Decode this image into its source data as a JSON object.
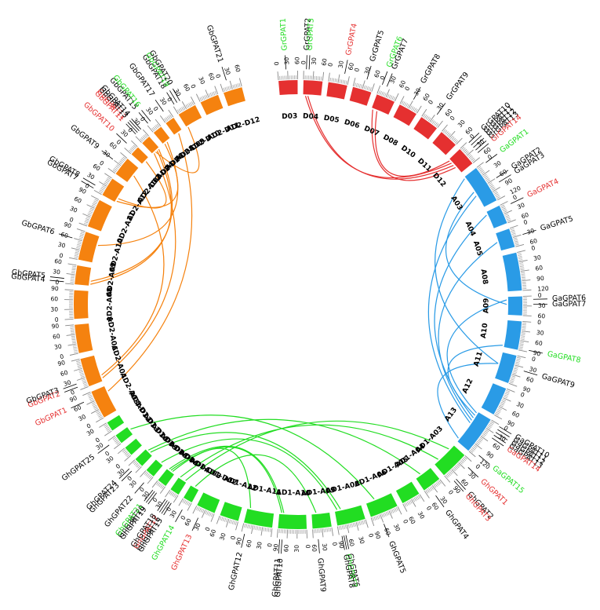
{
  "colors": {
    "D": "#e53030",
    "A": "#2a9be6",
    "AD2": "#f5820f",
    "AD1": "#22dd22",
    "tick": "#888888",
    "label_black": "#000000",
    "label_red": "#e53030",
    "label_green": "#22dd22"
  },
  "blocks": [
    {
      "label": "D03",
      "genome": "D",
      "len": 60
    },
    {
      "label": "D04",
      "genome": "D",
      "len": 60
    },
    {
      "label": "D05",
      "genome": "D",
      "len": 60
    },
    {
      "label": "D06",
      "genome": "D",
      "len": 60
    },
    {
      "label": "D07",
      "genome": "D",
      "len": 60
    },
    {
      "label": "D08",
      "genome": "D",
      "len": 60
    },
    {
      "label": "D10",
      "genome": "D",
      "len": 60
    },
    {
      "label": "D11",
      "genome": "D",
      "len": 60
    },
    {
      "label": "D12",
      "genome": "D",
      "len": 60
    },
    {
      "label": "A03",
      "genome": "A",
      "len": 120
    },
    {
      "label": "A04",
      "genome": "A",
      "len": 60
    },
    {
      "label": "A05",
      "genome": "A",
      "len": 60
    },
    {
      "label": "A08",
      "genome": "A",
      "len": 120
    },
    {
      "label": "A09",
      "genome": "A",
      "len": 60
    },
    {
      "label": "A10",
      "genome": "A",
      "len": 90
    },
    {
      "label": "A11",
      "genome": "A",
      "len": 90
    },
    {
      "label": "A12",
      "genome": "A",
      "len": 90
    },
    {
      "label": "A13",
      "genome": "A",
      "len": 120
    },
    {
      "label": "AD1-A03",
      "genome": "AD1",
      "len": 90
    },
    {
      "label": "AD1-A04",
      "genome": "AD1",
      "len": 60
    },
    {
      "label": "AD1-A05",
      "genome": "AD1",
      "len": 60
    },
    {
      "label": "AD1-A06",
      "genome": "AD1",
      "len": 90
    },
    {
      "label": "AD1-A08",
      "genome": "AD1",
      "len": 90
    },
    {
      "label": "AD1-A09",
      "genome": "AD1",
      "len": 60
    },
    {
      "label": "AD1-A10",
      "genome": "AD1",
      "len": 90
    },
    {
      "label": "AD1-A11",
      "genome": "AD1",
      "len": 90
    },
    {
      "label": "AD1-A12",
      "genome": "AD1",
      "len": 60
    },
    {
      "label": "AD1-D02",
      "genome": "AD1",
      "len": 60
    },
    {
      "label": "AD1-D03",
      "genome": "AD1",
      "len": 30
    },
    {
      "label": "AD1-D04",
      "genome": "AD1",
      "len": 30
    },
    {
      "label": "AD1-D06",
      "genome": "AD1",
      "len": 30
    },
    {
      "label": "AD1-D08",
      "genome": "AD1",
      "len": 30
    },
    {
      "label": "AD1-D09",
      "genome": "AD1",
      "len": 30
    },
    {
      "label": "AD1-D10",
      "genome": "AD1",
      "len": 30
    },
    {
      "label": "AD1-D11",
      "genome": "AD1",
      "len": 30
    },
    {
      "label": "AD1-D12",
      "genome": "AD1",
      "len": 30
    },
    {
      "label": "AD2-A03",
      "genome": "AD2",
      "len": 90
    },
    {
      "label": "AD2-A04",
      "genome": "AD2",
      "len": 90
    },
    {
      "label": "AD2-A06",
      "genome": "AD2",
      "len": 90
    },
    {
      "label": "AD2-A08",
      "genome": "AD2",
      "len": 90
    },
    {
      "label": "AD2-A09",
      "genome": "AD2",
      "len": 60
    },
    {
      "label": "AD2-A10",
      "genome": "AD2",
      "len": 90
    },
    {
      "label": "AD2-A11",
      "genome": "AD2",
      "len": 90
    },
    {
      "label": "AD2-A12",
      "genome": "AD2",
      "len": 60
    },
    {
      "label": "AD2-D02",
      "genome": "AD2",
      "len": 60
    },
    {
      "label": "AD2-D04",
      "genome": "AD2",
      "len": 30
    },
    {
      "label": "AD2-D06",
      "genome": "AD2",
      "len": 30
    },
    {
      "label": "AD2-D08",
      "genome": "AD2",
      "len": 30
    },
    {
      "label": "AD2-D09",
      "genome": "AD2",
      "len": 30
    },
    {
      "label": "AD2-D10",
      "genome": "AD2",
      "len": 60
    },
    {
      "label": "AD2-D11",
      "genome": "AD2",
      "len": 60
    },
    {
      "label": "AD2-D12",
      "genome": "AD2",
      "len": 60
    }
  ],
  "genes": [
    {
      "name": "GrGPAT1",
      "color": "green",
      "chr": "D03",
      "pos": 25
    },
    {
      "name": "GrGPAT2",
      "color": "black",
      "chr": "D04",
      "pos": 8
    },
    {
      "name": "GrGPAT3",
      "color": "green",
      "chr": "D04",
      "pos": 16
    },
    {
      "name": "GrGPAT4",
      "color": "red",
      "chr": "D05",
      "pos": 45
    },
    {
      "name": "GrGPAT5",
      "color": "black",
      "chr": "D06",
      "pos": 35
    },
    {
      "name": "GrGPAT6",
      "color": "green",
      "chr": "D07",
      "pos": 5
    },
    {
      "name": "GrGPAT7",
      "color": "black",
      "chr": "D07",
      "pos": 20
    },
    {
      "name": "GrGPAT8",
      "color": "black",
      "chr": "D08",
      "pos": 30
    },
    {
      "name": "GrGPAT9",
      "color": "black",
      "chr": "D10",
      "pos": 35
    },
    {
      "name": "GrGPAT10",
      "color": "black",
      "chr": "D12",
      "pos": 5
    },
    {
      "name": "GrGPAT11",
      "color": "black",
      "chr": "D12",
      "pos": 15
    },
    {
      "name": "GrGPAT12",
      "color": "black",
      "chr": "D12",
      "pos": 25
    },
    {
      "name": "GrGPAT13",
      "color": "black",
      "chr": "D12",
      "pos": 35
    },
    {
      "name": "GrGPAT14",
      "color": "red",
      "chr": "D12",
      "pos": 45
    },
    {
      "name": "GaGPAT1",
      "color": "green",
      "chr": "A03",
      "pos": 5
    },
    {
      "name": "GaGPAT2",
      "color": "black",
      "chr": "A03",
      "pos": 60
    },
    {
      "name": "GaGPAT3",
      "color": "black",
      "chr": "A03",
      "pos": 75
    },
    {
      "name": "GaGPAT4",
      "color": "red",
      "chr": "A04",
      "pos": 10
    },
    {
      "name": "GaGPAT5",
      "color": "black",
      "chr": "A05",
      "pos": 30
    },
    {
      "name": "GaGPAT6",
      "color": "black",
      "chr": "A09",
      "pos": 10
    },
    {
      "name": "GaGPAT7",
      "color": "black",
      "chr": "A09",
      "pos": 25
    },
    {
      "name": "GaGPAT8",
      "color": "green",
      "chr": "A10",
      "pos": 85
    },
    {
      "name": "GaGPAT9",
      "color": "black",
      "chr": "A11",
      "pos": 40
    },
    {
      "name": "GaGPAT10",
      "color": "black",
      "chr": "A13",
      "pos": 5
    },
    {
      "name": "GaGPAT11",
      "color": "black",
      "chr": "A13",
      "pos": 15
    },
    {
      "name": "GaGPAT12",
      "color": "black",
      "chr": "A13",
      "pos": 25
    },
    {
      "name": "GaGPAT13",
      "color": "black",
      "chr": "A13",
      "pos": 35
    },
    {
      "name": "GaGPAT14",
      "color": "red",
      "chr": "A13",
      "pos": 45
    },
    {
      "name": "GaGPAT15",
      "color": "green",
      "chr": "A13",
      "pos": 110
    },
    {
      "name": "GhGPAT1",
      "color": "red",
      "chr": "AD1-A03",
      "pos": 20
    },
    {
      "name": "GhGPAT2",
      "color": "black",
      "chr": "AD1-A03",
      "pos": 70
    },
    {
      "name": "GhGPAT3",
      "color": "red",
      "chr": "AD1-A03",
      "pos": 78
    },
    {
      "name": "GhGPAT4",
      "color": "black",
      "chr": "AD1-A04",
      "pos": 40
    },
    {
      "name": "GhGPAT5",
      "color": "black",
      "chr": "AD1-A06",
      "pos": 60
    },
    {
      "name": "GhGPAT6",
      "color": "black",
      "chr": "AD1-A08",
      "pos": 70
    },
    {
      "name": "GhGPAT7",
      "color": "green",
      "chr": "AD1-A08",
      "pos": 76
    },
    {
      "name": "GhGPAT8",
      "color": "black",
      "chr": "AD1-A08",
      "pos": 82
    },
    {
      "name": "GhGPAT9",
      "color": "black",
      "chr": "AD1-A09",
      "pos": 45
    },
    {
      "name": "GhGPAT10",
      "color": "black",
      "chr": "AD1-A10",
      "pos": 75
    },
    {
      "name": "GhGPAT11",
      "color": "black",
      "chr": "AD1-A10",
      "pos": 82
    },
    {
      "name": "GhGPAT12",
      "color": "black",
      "chr": "AD1-A11",
      "pos": 80
    },
    {
      "name": "GhGPAT13",
      "color": "red",
      "chr": "AD1-D02",
      "pos": 40
    },
    {
      "name": "GhGPAT14",
      "color": "green",
      "chr": "AD1-D03",
      "pos": 15
    },
    {
      "name": "GhGPAT15",
      "color": "black",
      "chr": "AD1-D04",
      "pos": 5
    },
    {
      "name": "GhGPAT16",
      "color": "black",
      "chr": "AD1-D04",
      "pos": 12
    },
    {
      "name": "GhGPAT17",
      "color": "red",
      "chr": "AD1-D04",
      "pos": 19
    },
    {
      "name": "GhGPAT18",
      "color": "black",
      "chr": "AD1-D04",
      "pos": 26
    },
    {
      "name": "GhGPAT19",
      "color": "black",
      "chr": "AD1-D06",
      "pos": 10
    },
    {
      "name": "GhGPAT20",
      "color": "black",
      "chr": "AD1-D06",
      "pos": 17
    },
    {
      "name": "GhGPAT21",
      "color": "green",
      "chr": "AD1-D06",
      "pos": 24
    },
    {
      "name": "GhGPAT22",
      "color": "black",
      "chr": "AD1-D08",
      "pos": 10
    },
    {
      "name": "GhGPAT23",
      "color": "black",
      "chr": "AD1-D09",
      "pos": 12
    },
    {
      "name": "GhGPAT24",
      "color": "black",
      "chr": "AD1-D09",
      "pos": 22
    },
    {
      "name": "GhGPAT25",
      "color": "black",
      "chr": "AD1-D11",
      "pos": 18
    },
    {
      "name": "GbGPAT1",
      "color": "red",
      "chr": "AD2-A03",
      "pos": 70
    },
    {
      "name": "GbGPAT2",
      "color": "red",
      "chr": "AD2-A04",
      "pos": 10
    },
    {
      "name": "GbGPAT3",
      "color": "black",
      "chr": "AD2-A04",
      "pos": 20
    },
    {
      "name": "GbGPAT4",
      "color": "black",
      "chr": "AD2-A09",
      "pos": 5
    },
    {
      "name": "GbGPAT5",
      "color": "black",
      "chr": "AD2-A09",
      "pos": 15
    },
    {
      "name": "GbGPAT6",
      "color": "black",
      "chr": "AD2-A10",
      "pos": 60
    },
    {
      "name": "GbGPAT7",
      "color": "black",
      "chr": "AD2-A12",
      "pos": 5
    },
    {
      "name": "GbGPAT8",
      "color": "black",
      "chr": "AD2-A12",
      "pos": 15
    },
    {
      "name": "GbGPAT9",
      "color": "black",
      "chr": "AD2-D02",
      "pos": 30
    },
    {
      "name": "GbGPAT10",
      "color": "red",
      "chr": "AD2-D04",
      "pos": 15
    },
    {
      "name": "GbGPAT11",
      "color": "red",
      "chr": "AD2-D06",
      "pos": 5
    },
    {
      "name": "GbGPAT12",
      "color": "red",
      "chr": "AD2-D06",
      "pos": 12
    },
    {
      "name": "GbGPAT13",
      "color": "black",
      "chr": "AD2-D06",
      "pos": 19
    },
    {
      "name": "GbGPAT14",
      "color": "black",
      "chr": "AD2-D06",
      "pos": 26
    },
    {
      "name": "GbGPAT15",
      "color": "black",
      "chr": "AD2-D08",
      "pos": 5
    },
    {
      "name": "GbGPAT16",
      "color": "green",
      "chr": "AD2-D08",
      "pos": 15
    },
    {
      "name": "GbGPAT17",
      "color": "black",
      "chr": "AD2-D09",
      "pos": 15
    },
    {
      "name": "GbGPAT18",
      "color": "black",
      "chr": "AD2-D10",
      "pos": 5
    },
    {
      "name": "GbGPAT19",
      "color": "green",
      "chr": "AD2-D10",
      "pos": 15
    },
    {
      "name": "GbGPAT20",
      "color": "black",
      "chr": "AD2-D10",
      "pos": 25
    },
    {
      "name": "GbGPAT21",
      "color": "black",
      "chr": "AD2-D12",
      "pos": 20
    }
  ],
  "links": [
    [
      "GrGPAT2",
      "GrGPAT11"
    ],
    [
      "GrGPAT3",
      "GrGPAT12"
    ],
    [
      "GrGPAT6",
      "GrGPAT13"
    ],
    [
      "GrGPAT7",
      "GrGPAT10"
    ],
    [
      "GaGPAT1",
      "GaGPAT9"
    ],
    [
      "GaGPAT2",
      "GaGPAT7"
    ],
    [
      "GaGPAT3",
      "GaGPAT14"
    ],
    [
      "GaGPAT4",
      "GaGPAT12"
    ],
    [
      "GaGPAT5",
      "GaGPAT13"
    ],
    [
      "GaGPAT6",
      "GaGPAT10"
    ],
    [
      "GaGPAT8",
      "GaGPAT11"
    ],
    [
      "GaGPAT15",
      "GaGPAT9"
    ],
    [
      "GbGPAT11",
      "GbGPAT2"
    ],
    [
      "GbGPAT13",
      "GbGPAT4"
    ],
    [
      "GbGPAT14",
      "GbGPAT5"
    ],
    [
      "GbGPAT16",
      "GbGPAT6"
    ],
    [
      "GbGPAT10",
      "GbGPAT8"
    ],
    [
      "GbGPAT15",
      "GbGPAT7"
    ],
    [
      "GbGPAT9",
      "GbGPAT3"
    ],
    [
      "GbGPAT17",
      "GbGPAT1"
    ],
    [
      "GbGPAT18",
      "GbGPAT12"
    ],
    [
      "GhGPAT25",
      "GhGPAT5"
    ],
    [
      "GhGPAT24",
      "GhGPAT4"
    ],
    [
      "GhGPAT23",
      "GhGPAT6"
    ],
    [
      "GhGPAT22",
      "GhGPAT8"
    ],
    [
      "GhGPAT21",
      "GhGPAT10"
    ],
    [
      "GhGPAT20",
      "GhGPAT11"
    ],
    [
      "GhGPAT19",
      "GhGPAT12"
    ],
    [
      "GhGPAT18",
      "GhGPAT2"
    ],
    [
      "GhGPAT15",
      "GhGPAT1"
    ],
    [
      "GhGPAT14",
      "GhGPAT9"
    ]
  ]
}
